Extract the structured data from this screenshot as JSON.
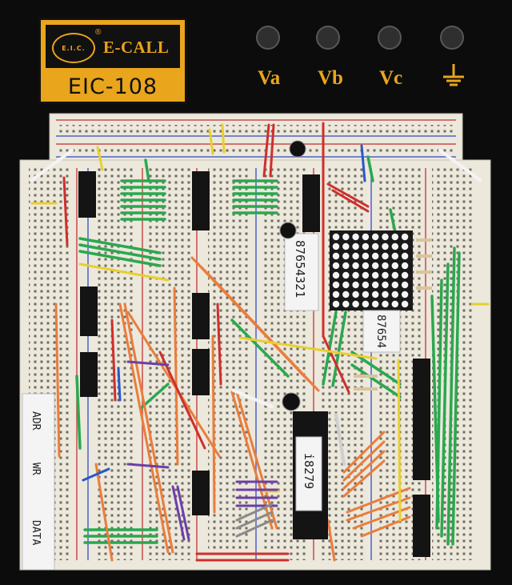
{
  "brand": {
    "logo_text": "E.I.C.",
    "name": "E-CALL",
    "registered": "®",
    "model": "EIC-108"
  },
  "voltage_labels": {
    "va": "Va",
    "vb": "Vb",
    "vc": "Vc"
  },
  "labels_on_board": {
    "dip_label": "87654321",
    "matrix_side_label": "87654",
    "ic_label": "i8279",
    "side_labels": [
      "ADR",
      "WR",
      "DATA"
    ]
  },
  "colors": {
    "panel": "#0c0c0c",
    "accent": "#e9a51c",
    "breadboard": "#ece8dc",
    "wire_green": "#2aa84f",
    "wire_orange": "#ea7d3c",
    "wire_red": "#cf2f2c",
    "wire_yellow": "#e8cf2f"
  },
  "icons": {
    "ground": "ground-symbol-icon"
  }
}
